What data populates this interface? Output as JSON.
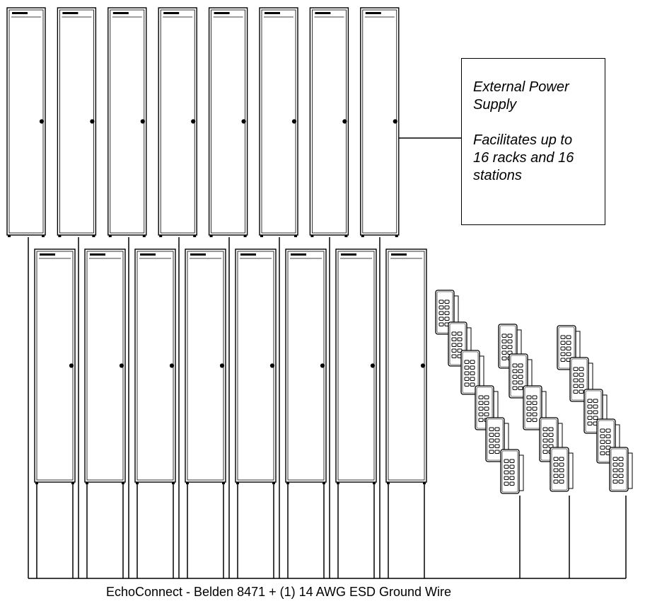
{
  "power_supply": {
    "line1": "External Power",
    "line2": "Supply",
    "line3": "Facilitates up to",
    "line4": "16 racks and 16",
    "line5": "stations"
  },
  "cable_caption": "EchoConnect - Belden 8471 + (1) 14 AWG ESD Ground Wire",
  "counts": {
    "racks_top_row": 8,
    "racks_bottom_row": 8,
    "stations": 16
  }
}
